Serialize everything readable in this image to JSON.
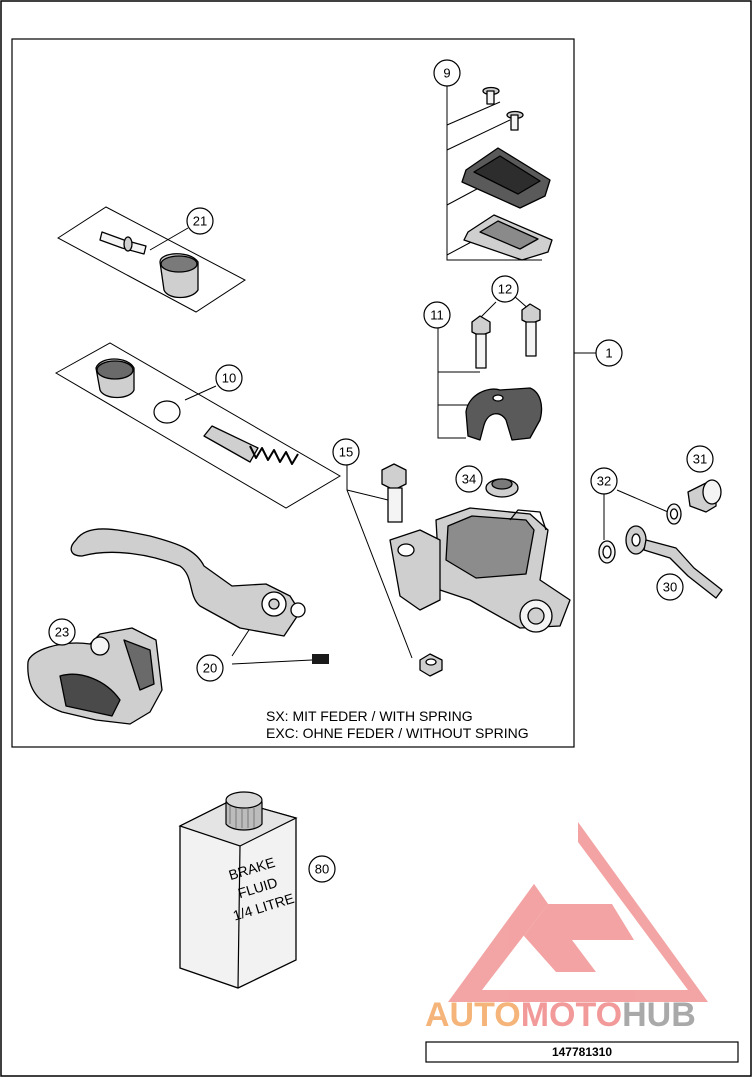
{
  "callouts": [
    "1",
    "9",
    "10",
    "11",
    "12",
    "15",
    "20",
    "21",
    "23",
    "30",
    "31",
    "32",
    "34",
    "80"
  ],
  "note": {
    "line1": "SX: MIT FEDER / WITH SPRING",
    "line2": "EXC: OHNE FEDER / WITHOUT SPRING"
  },
  "bottle_label": [
    "BRAKE",
    "FLUID",
    "1/4 LITRE"
  ],
  "watermark": {
    "part1": "AUTO",
    "part2": "MOTO",
    "part3": "HUB",
    "color1": "#f5b57a",
    "color2": "#f29a9a",
    "color3": "#a9a9a9"
  },
  "figure_number": "147781310"
}
